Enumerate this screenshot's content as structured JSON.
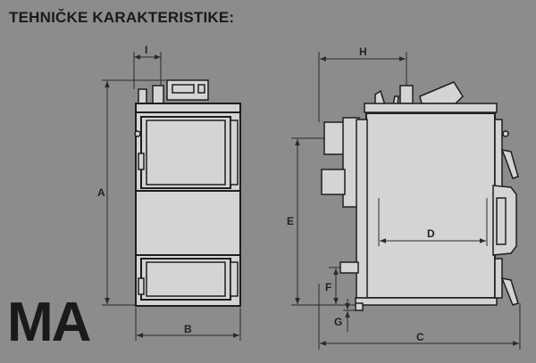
{
  "header": {
    "title": "TEHNIČKE KARAKTERISTIKE:"
  },
  "model": {
    "label": "MA"
  },
  "dimensions": {
    "A": "A",
    "B": "B",
    "C": "C",
    "D": "D",
    "E": "E",
    "F": "F",
    "G": "G",
    "H": "H",
    "I": "I"
  }
}
